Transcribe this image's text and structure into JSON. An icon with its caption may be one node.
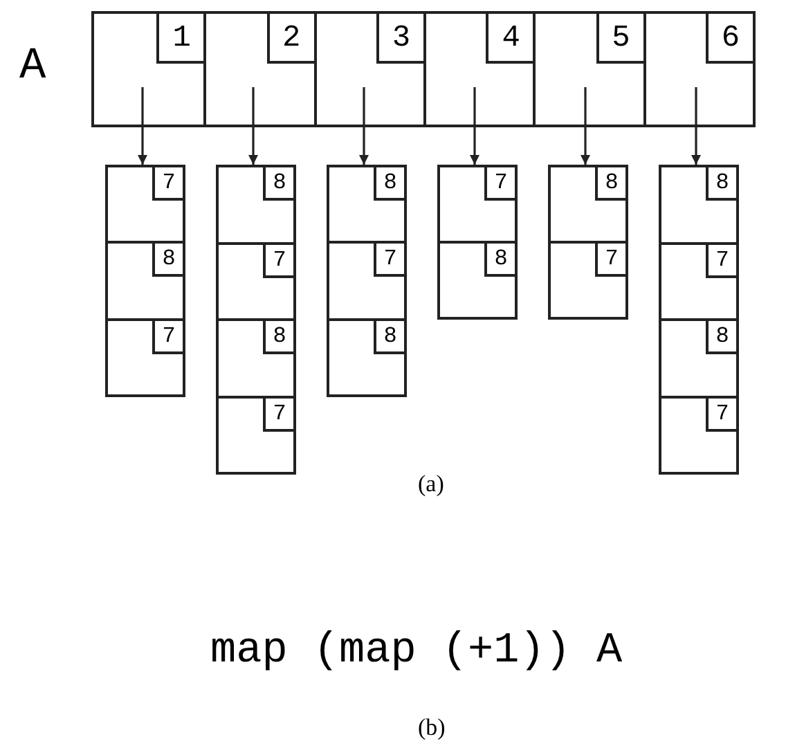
{
  "diagram": {
    "nodes": [
      {
        "text": [
          "A"
        ]
      },
      {
        "text": [
          "1"
        ],
        "in": 0
      },
      {
        "text": [
          "2"
        ],
        "in": 0
      },
      {
        "text": [
          "3"
        ],
        "in": 0
      },
      {
        "text": [
          "4"
        ],
        "in": 0
      },
      {
        "text": [
          "5"
        ],
        "in": 0
      },
      {
        "text": [
          "6"
        ],
        "in": 0
      },
      {
        "text": [],
        "shape": "box"
      },
      {
        "text": [
          "7"
        ],
        "in": 7
      },
      {
        "text": [
          "8"
        ],
        "in": 7
      },
      {
        "text": [
          "7"
        ],
        "in": 7
      },
      {
        "text": [],
        "shape": "box"
      },
      {
        "text": [
          "8"
        ],
        "in": 11
      },
      {
        "text": [
          "7"
        ],
        "in": 11
      },
      {
        "text": [
          "8"
        ],
        "in": 11
      },
      {
        "text": [
          "7"
        ],
        "in": 11
      },
      {
        "text": [],
        "shape": "box"
      },
      {
        "text": [
          "8"
        ],
        "in": 16
      },
      {
        "text": [
          "7"
        ],
        "in": 16
      },
      {
        "text": [
          "8"
        ],
        "in": 16
      },
      {
        "text": [],
        "shape": "box"
      },
      {
        "text": [
          "7"
        ],
        "in": 20
      },
      {
        "text": [
          "8"
        ],
        "in": 20
      },
      {
        "text": [],
        "shape": "box"
      },
      {
        "text": [
          "8"
        ],
        "in": 23
      },
      {
        "text": [
          "7"
        ],
        "in": 23
      },
      {
        "text": [],
        "shape": "box"
      },
      {
        "text": [
          "8"
        ],
        "in": 26
      },
      {
        "text": [
          "7"
        ],
        "in": 26
      },
      {
        "text": [
          "8"
        ],
        "in": 26
      },
      {
        "text": [
          "7"
        ],
        "in": 26
      }
    ],
    "edges": [
      {
        "from": 1,
        "to": 7,
        "arrow": "to"
      },
      {
        "from": 2,
        "to": 11,
        "arrow": "to"
      },
      {
        "from": 3,
        "to": 16,
        "arrow": "to"
      },
      {
        "from": 4,
        "to": 20,
        "arrow": "to"
      },
      {
        "from": 5,
        "to": 23,
        "arrow": "to"
      },
      {
        "from": 6,
        "to": 26,
        "arrow": "to"
      }
    ],
    "labels": [
      "(a)",
      "map (map (+1)) A",
      "(b)"
    ]
  }
}
